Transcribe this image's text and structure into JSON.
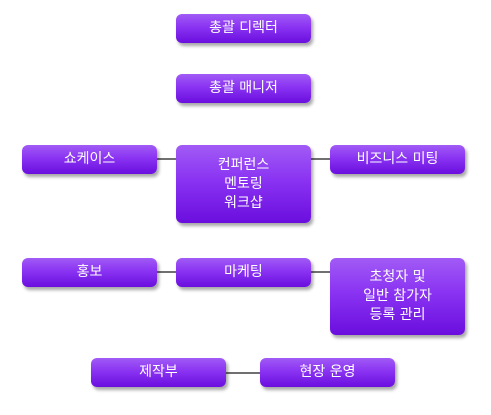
{
  "nodes": {
    "director": "총괄 디렉터",
    "manager": "총괄 매니저",
    "showcase": "쇼케이스",
    "conference": "컨퍼런스\n멘토링\n워크샵",
    "business_meeting": "비즈니스 미팅",
    "pr": "홍보",
    "marketing": "마케팅",
    "invite_management": "초청자 및\n일반 참가자\n등록 관리",
    "production": "제작부",
    "onsite_operation": "현장 운영"
  },
  "colors": {
    "node_top": "#a15bf5",
    "node_bottom": "#6a0ede",
    "connector": "#404040",
    "text": "#ffffff"
  }
}
